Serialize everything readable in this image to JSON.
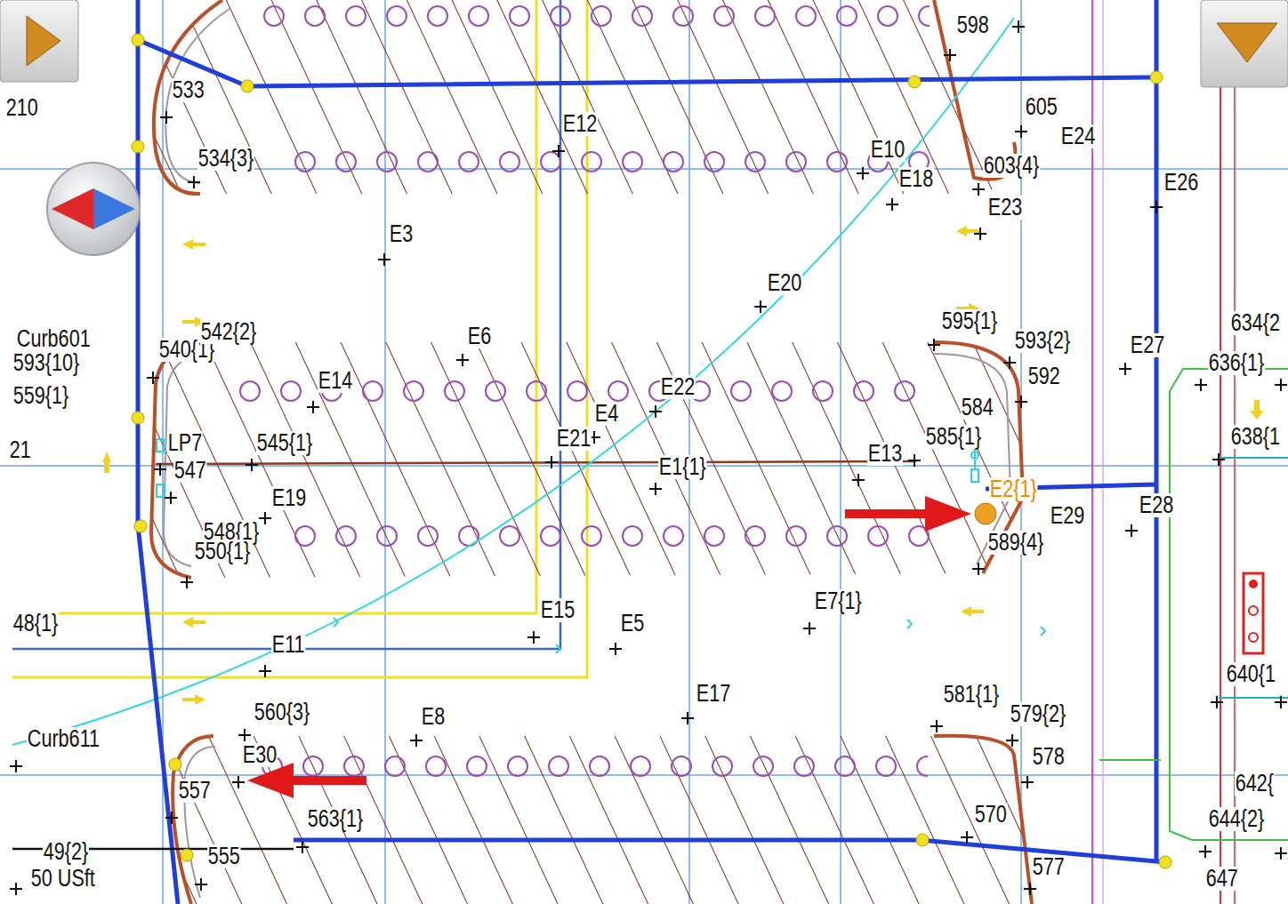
{
  "diagram": {
    "labels": [
      "598",
      "533",
      "210",
      "605",
      "E12",
      "E24",
      "534{3}",
      "E10",
      "E18",
      "603{4}",
      "E26",
      "E23",
      "E3",
      "E20",
      "595{1}",
      "593{2}",
      "634{2",
      "Curb601",
      "593{10}",
      "540{1}",
      "542{2}",
      "E6",
      "E14",
      "E22",
      "592",
      "E27",
      "636{1}",
      "584",
      "559{1}",
      "E4",
      "585{1}",
      "638{1",
      "21",
      "E21",
      "LP7",
      "547",
      "545{1}",
      "E1{1}",
      "E13",
      "E19",
      "E2{1}",
      "E29",
      "E28",
      "548{1}",
      "550{1}",
      "589{4}",
      "48{1}",
      "E15",
      "E5",
      "E7{1}",
      "E11",
      "640{1",
      "E17",
      "581{1}",
      "579{2}",
      "560{3}",
      "E8",
      "Curb611",
      "E30",
      "578",
      "557",
      "563{1}",
      "570",
      "642{",
      "644{2}",
      "49{2}",
      "555",
      "577",
      "50 USft",
      "647"
    ]
  }
}
